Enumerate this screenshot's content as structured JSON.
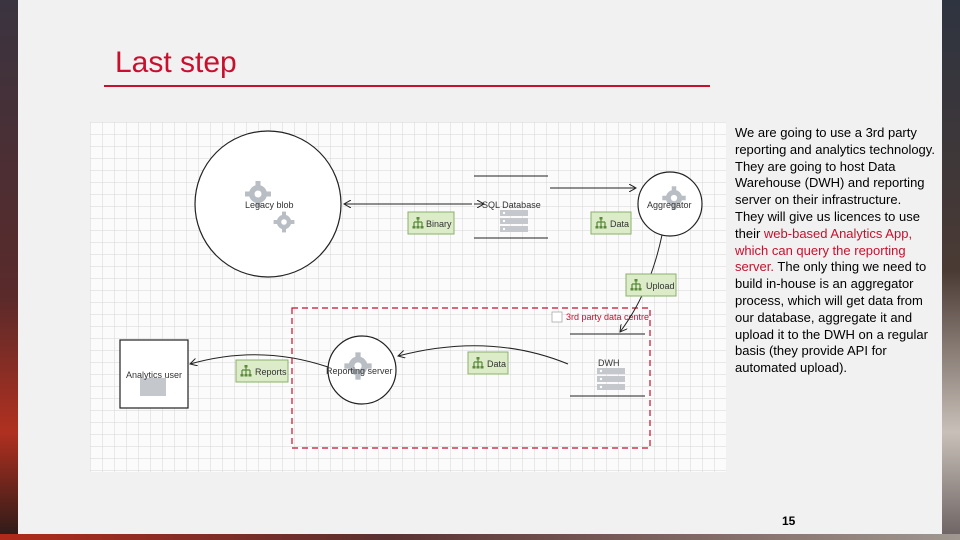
{
  "slide": {
    "title": "Last step",
    "page_number": "15"
  },
  "body": {
    "p1": "We are going to use a 3rd party reporting and analytics technology. They are going to host Data Warehouse (DWH) and reporting server on their infrastructure.",
    "p2_pre": "They will give us licences to use their ",
    "p2_highlight": "web-based Analytics App, which can query the reporting server.",
    "p2_post": " The only thing we need to build in-house is an aggregator process, which will get data from our database, aggregate it and upload it to the DWH on a regular basis (they provide API for automated upload)."
  },
  "diagram": {
    "nodes": {
      "legacy": "Legacy blob",
      "sql": "SQL Database",
      "aggregator": "Aggregator",
      "dwh": "DWH",
      "reporting": "Reporting server",
      "analytics": "Analytics user"
    },
    "flows": {
      "binary": "Binary",
      "data_sql": "Data",
      "upload": "Upload",
      "data_dwh": "Data",
      "reports": "Reports"
    },
    "boundary": "3rd party data centre"
  },
  "colors": {
    "accent": "#c8102e",
    "flow_tag_bg": "#dcebc8",
    "flow_tag_border": "#8ab06a",
    "grid": "#dadada"
  }
}
